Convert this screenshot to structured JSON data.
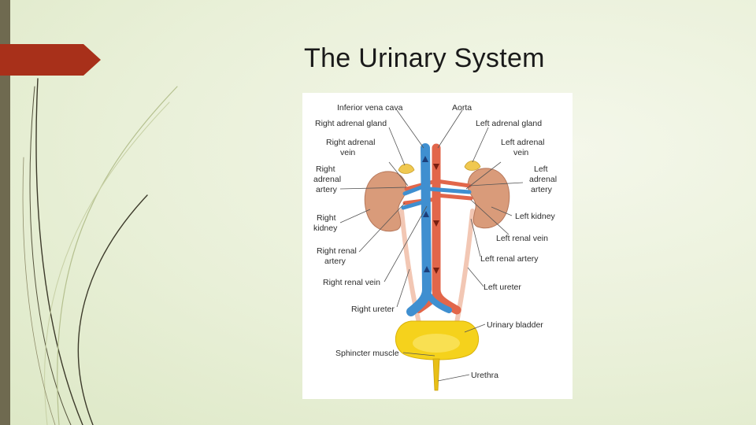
{
  "slide": {
    "title": "The Urinary System"
  },
  "figure": {
    "labels": {
      "inferior_vena_cava": "Inferior vena cava",
      "aorta": "Aorta",
      "right_adrenal_gland": "Right adrenal gland",
      "left_adrenal_gland": "Left adrenal gland",
      "right_adrenal_vein": [
        "Right adrenal",
        "vein"
      ],
      "left_adrenal_vein": [
        "Left adrenal",
        "vein"
      ],
      "right_adrenal_artery": [
        "Right",
        "adrenal",
        "artery"
      ],
      "left_adrenal_artery": [
        "Left",
        "adrenal",
        "artery"
      ],
      "right_kidney": [
        "Right",
        "kidney"
      ],
      "left_kidney": "Left kidney",
      "left_renal_vein": "Left renal vein",
      "right_renal_artery": [
        "Right renal",
        "artery"
      ],
      "left_renal_artery": "Left renal artery",
      "right_renal_vein": "Right renal vein",
      "left_ureter": "Left ureter",
      "right_ureter": "Right ureter",
      "urinary_bladder": "Urinary bladder",
      "sphincter_muscle": "Sphincter muscle",
      "urethra": "Urethra"
    }
  },
  "colors": {
    "accent_tab": "#a8301a",
    "side_bar": "#6f6a50",
    "vein_blue": "#3f8fd0",
    "artery_red": "#e2664a",
    "kidney": "#d99b7a",
    "adrenal": "#f0c850",
    "bladder": "#f5d21c",
    "ureter": "#f2c7b4"
  }
}
